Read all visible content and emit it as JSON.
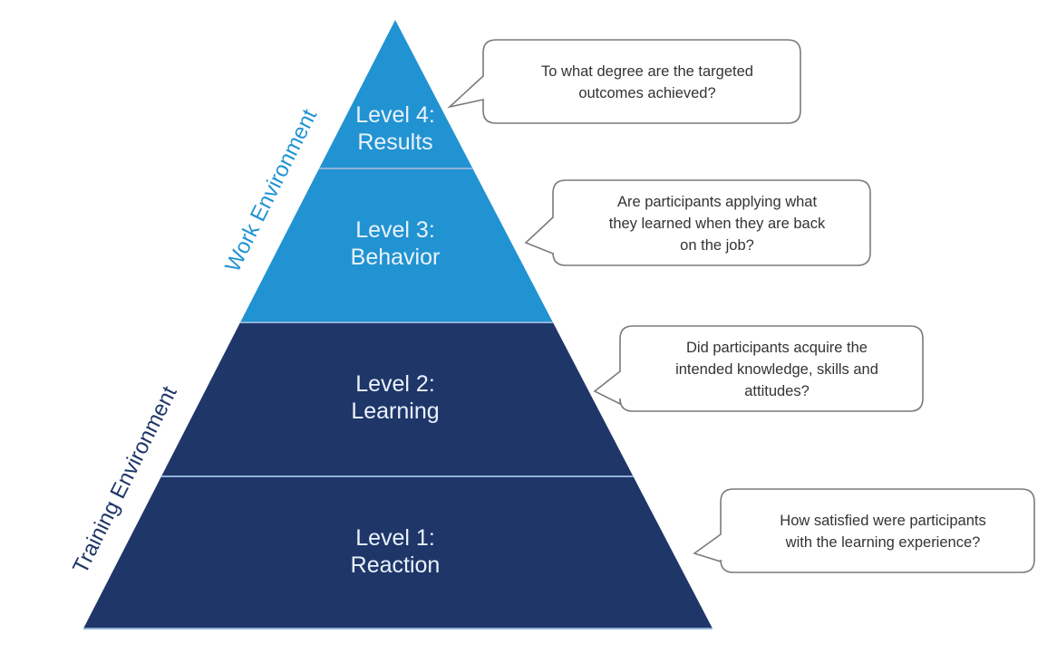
{
  "colors": {
    "work_band": "#2193d2",
    "training_band": "#1f3669",
    "separator": "#8fb3d8",
    "level_text": "#eaf2fb",
    "work_label": "#2193d2",
    "training_label": "#1f3669",
    "callout_border": "#7a7a7a",
    "callout_text": "#333333"
  },
  "environments": {
    "work": "Work Environment",
    "training": "Training Environment"
  },
  "levels": [
    {
      "id": 4,
      "line1": "Level 4:",
      "line2": "Results",
      "environment": "work",
      "question": [
        "To what degree are the targeted",
        "outcomes achieved?"
      ]
    },
    {
      "id": 3,
      "line1": "Level 3:",
      "line2": "Behavior",
      "environment": "work",
      "question": [
        "Are participants applying what",
        "they learned when they are back",
        "on the job?"
      ]
    },
    {
      "id": 2,
      "line1": "Level 2:",
      "line2": "Learning",
      "environment": "training",
      "question": [
        "Did participants acquire the",
        "intended knowledge, skills and",
        "attitudes?"
      ]
    },
    {
      "id": 1,
      "line1": "Level 1:",
      "line2": "Reaction",
      "environment": "training",
      "question": [
        "How satisfied were participants",
        "with the learning experience?"
      ]
    }
  ]
}
